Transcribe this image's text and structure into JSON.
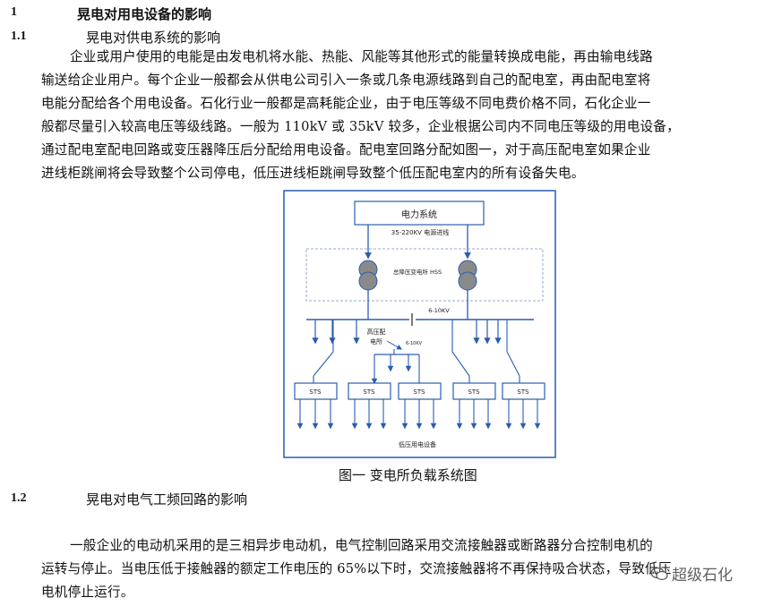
{
  "section1": {
    "number": "1",
    "title": "晃电对用电设备的影响"
  },
  "section1_1": {
    "number": "1.1",
    "title": "晃电对供电系统的影响",
    "lines": [
      "企业或用户使用的电能是由发电机将水能、热能、风能等其他形式的能量转换成电能，再由输电线路",
      "输送给企业用户。每个企业一般都会从供电公司引入一条或几条电源线路到自己的配电室，再由配电室将",
      "电能分配给各个用电设备。石化行业一般都是高耗能企业，由于电压等级不同电费价格不同，石化企业一",
      "般都尽量引入较高电压等级线路。一般为 110kV 或 35kV 较多，企业根据公司内不同电压等级的用电设备，",
      "通过配电室配电回路或变压器降压后分配给用电设备。配电室回路分配如图一，对于高压配电室如果企业",
      "进线柜跳闸将会导致整个公司停电，低压进线柜跳闸导致整个低压配电室内的所有设备失电。"
    ]
  },
  "figure": {
    "power_system": "电力系统",
    "source_line": "35-220KV 电源进线",
    "substation": "总降压变电所 HSS",
    "bus_voltage": "6-10KV",
    "hv_room_line1": "高压配",
    "hv_room_line2": "电所",
    "feeder_voltage": "6-10KV",
    "sts_labels": [
      "STS",
      "STS",
      "STS",
      "STS",
      "STS"
    ],
    "load_label": "低压用电设备",
    "caption": "图一  变电所负载系统图"
  },
  "section1_2": {
    "number": "1.2",
    "title": "晃电对电气工频回路的影响",
    "lines": [
      "一般企业的电动机采用的是三相异步电动机，电气控制回路采用交流接触器或断路器分合控制电机的",
      "运转与停止。当电压低于接触器的额定工作电压的 65%以下时，交流接触器将不再保持吸合状态，导致低压",
      "电机停止运行。"
    ]
  },
  "watermark": "超级石化",
  "colors": {
    "line": "#2a5db0",
    "transformer": "#888888",
    "dashed": "#99aacc"
  }
}
